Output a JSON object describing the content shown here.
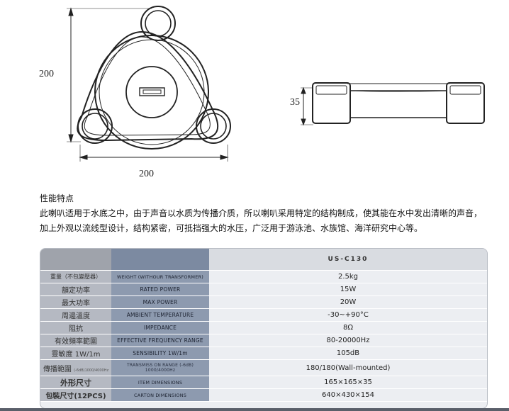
{
  "drawing": {
    "front_height": "200",
    "front_width": "200",
    "side_height": "35"
  },
  "description": {
    "title": "性能特点",
    "line1": "此喇叭适用于水底之中，由于声音以水质为传播介质，所以喇叭采用特定的结构制成，使其能在水中发出清晰的声音，",
    "line2": "加上外观以流线型设计，结构紧密，可抵挡强大的水压，广泛用于游泳池、水族馆、海洋研究中心等。"
  },
  "spec": {
    "model": "US-C130",
    "rows": [
      {
        "cn": "重量（不包變壓器）",
        "en": "WEIGHT (WITHOUR TRANSFORMER)",
        "val": "2.5kg"
      },
      {
        "cn": "額定功率",
        "en": "RATED POWER",
        "val": "15W"
      },
      {
        "cn": "最大功率",
        "en": "MAX POWER",
        "val": "20W"
      },
      {
        "cn": "周邊溫度",
        "en": "AMBIENT TEMPERATURE",
        "val": "-30~+90°C"
      },
      {
        "cn": "阻抗",
        "en": "IMPEDANCE",
        "val": "8Ω"
      },
      {
        "cn": "有效頻率範圍",
        "en": "EFFECTIVE FREQUENCY RANGE",
        "val": "80-20000Hz"
      },
      {
        "cn": "靈敏度 1W/1m",
        "en": "SENSIBILITY 1W/1m",
        "val": "105dB"
      },
      {
        "cn": "傳播範圍",
        "cn_small": "(-6dB)1000/4000Hz",
        "en": "TRANSMISS ON RANGE (-6dB) 1000/4000Hz",
        "val": "180/180(Wall-mounted)"
      },
      {
        "cn": "外形尺寸",
        "en": "ITEM DIMENSIONS",
        "val": "165×165×35"
      },
      {
        "cn": "包裝尺寸(12PCS)",
        "en": "CARTON DIMENSIONS",
        "val": "640×430×154"
      }
    ]
  },
  "colors": {
    "cn_column": "#b5b9c2",
    "en_column": "#8d9aaf",
    "value_column": "#eceef2"
  }
}
